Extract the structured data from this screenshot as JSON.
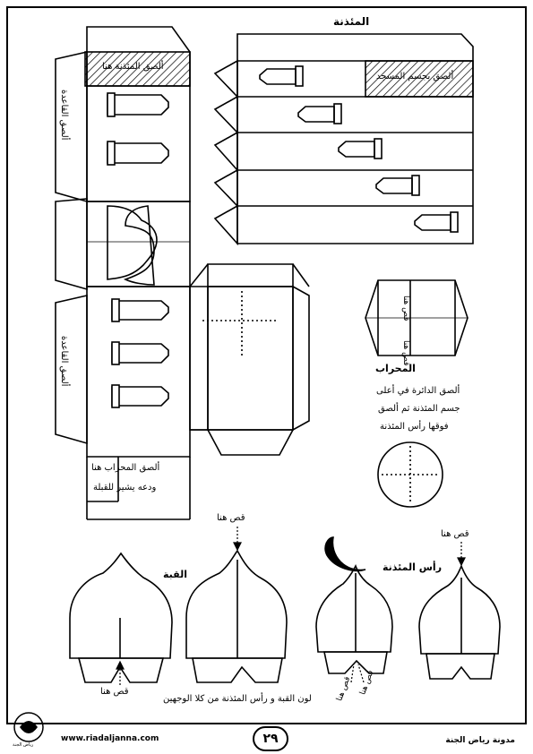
{
  "titles": {
    "minaret": "المئذنة",
    "mihrab": "المحراب",
    "dome": "القبة",
    "minaret_head": "رأس المئذنة"
  },
  "labels": {
    "glue_minaret_here": "ألصق المئذنة هنا",
    "glue_mosque_body": "ألصق بجسم المسجد",
    "glue_base_top": "ألصق القاعدة",
    "glue_base_bottom": "ألصق القاعدة",
    "cut_here": "قص هنا",
    "glue_mihrab_line1": "ألصق المحراب هنا",
    "glue_mihrab_line2": "ودعه يشير للقبلة",
    "circle_line1": "ألصق الدائرة في أعلى",
    "circle_line2": "جسم المئذنة ثم ألصق",
    "circle_line3": "فوقها رأس المئذنة",
    "color_note": "لون القبة و رأس المئذنة من كلا الوجهين"
  },
  "footer": {
    "website": "www.riadaljanna.com",
    "blog": "مدونة رياض الجنة",
    "page_number": "٢٩"
  },
  "logo_text": "رياض الجنة"
}
